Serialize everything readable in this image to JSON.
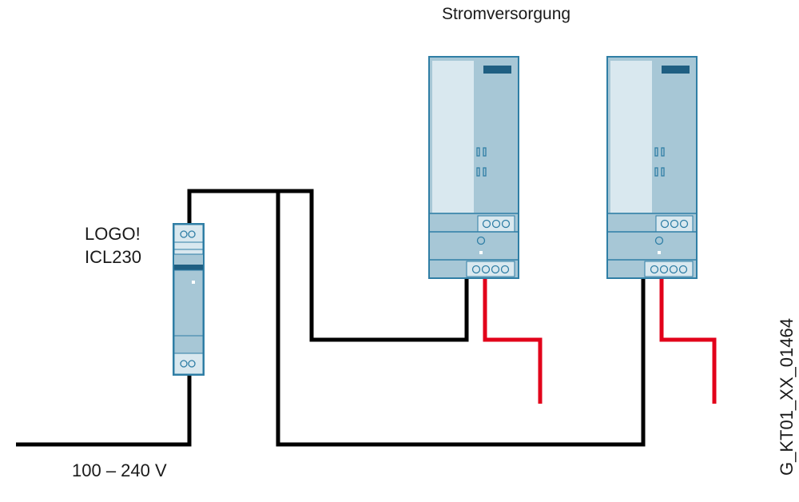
{
  "title": "Stromversorgung",
  "icl_module": {
    "line1": "LOGO!",
    "line2": "ICL230"
  },
  "input_voltage": "100 – 240 V",
  "figure_id": "G_KT01_XX_01464",
  "colors": {
    "wire_black": "#000000",
    "wire_red": "#e2001a",
    "device_frame": "#2f7ea5",
    "device_fill_light": "#d9e8ef",
    "device_fill_mid": "#a7c7d6",
    "device_fill_dark": "#1f5f82"
  }
}
